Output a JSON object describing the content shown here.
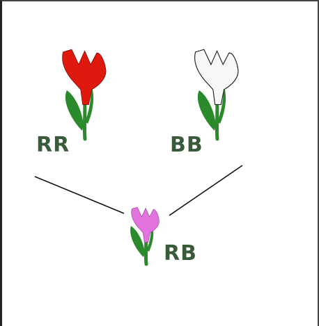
{
  "colors": {
    "red_petal": "#e0190f",
    "white_petal": "#f7f7f7",
    "pink_petal": "#e272dd",
    "stem": "#2b8a2b",
    "label": "#3a5b3a",
    "line": "#111111"
  },
  "parents": [
    {
      "label": "RR",
      "petal_color": "red"
    },
    {
      "label": "BB",
      "petal_color": "white"
    }
  ],
  "offspring": {
    "label": "RB",
    "petal_color": "pink"
  }
}
